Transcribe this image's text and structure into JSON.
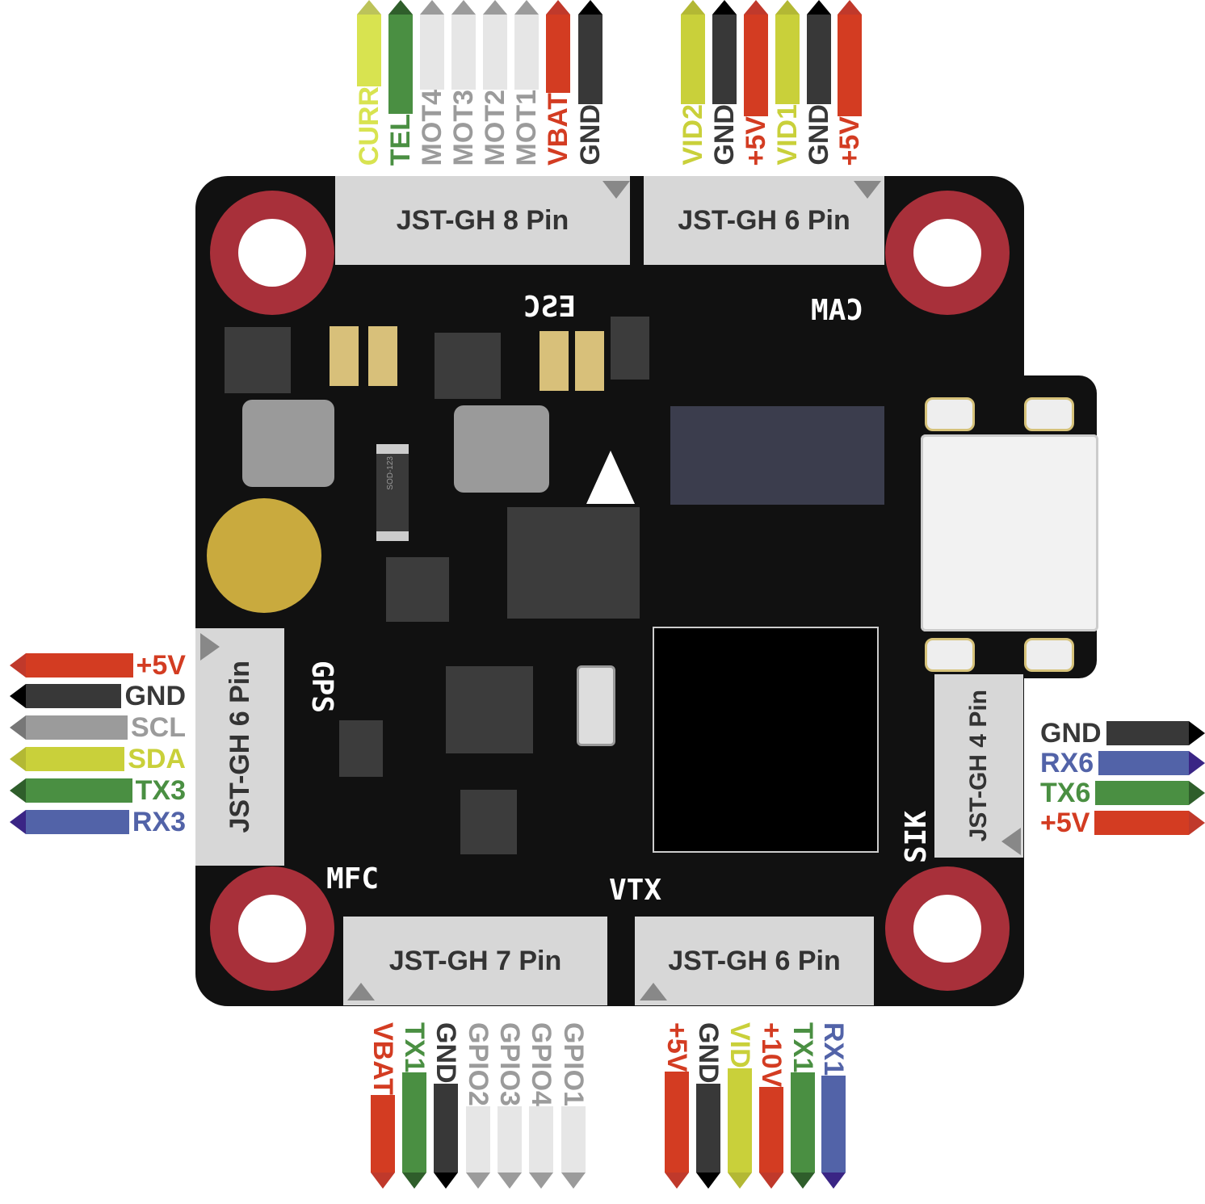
{
  "colors": {
    "red": "#d33c22",
    "black": "#383838",
    "grey": "#e6e6e6",
    "grey_text": "#9b9b9b",
    "yellow": "#c9d03a",
    "yellow_light": "#d8e350",
    "green": "#4a8f42",
    "blue": "#5263a8"
  },
  "connectors": {
    "esc": "JST-GH 8 Pin",
    "cam": "JST-GH 6 Pin",
    "mfc": "JST-GH 7 Pin",
    "vtx": "JST-GH 6 Pin",
    "gps": "JST-GH 6 Pin",
    "sik": "JST-GH 4 Pin"
  },
  "silkscreen": {
    "esc": "ESC",
    "cam": "CAM",
    "gps": "GPS",
    "mfc": "MFC",
    "vtx": "VTX",
    "sik": "SIK",
    "diode": "SOD-123"
  },
  "wires": {
    "top_left": [
      {
        "label": "CURR",
        "color": "yellow_light"
      },
      {
        "label": "TEL",
        "color": "green"
      },
      {
        "label": "MOT4",
        "color": "grey"
      },
      {
        "label": "MOT3",
        "color": "grey"
      },
      {
        "label": "MOT2",
        "color": "grey"
      },
      {
        "label": "MOT1",
        "color": "grey"
      },
      {
        "label": "VBAT",
        "color": "red"
      },
      {
        "label": "GND",
        "color": "black"
      }
    ],
    "top_right": [
      {
        "label": "VID2",
        "color": "yellow"
      },
      {
        "label": "GND",
        "color": "black"
      },
      {
        "label": "+5V",
        "color": "red"
      },
      {
        "label": "VID1",
        "color": "yellow"
      },
      {
        "label": "GND",
        "color": "black"
      },
      {
        "label": "+5V",
        "color": "red"
      }
    ],
    "bottom_left": [
      {
        "label": "VBAT",
        "color": "red"
      },
      {
        "label": "TX1",
        "color": "green"
      },
      {
        "label": "GND",
        "color": "black"
      },
      {
        "label": "GPIO2",
        "color": "grey"
      },
      {
        "label": "GPIO3",
        "color": "grey"
      },
      {
        "label": "GPIO4",
        "color": "grey"
      },
      {
        "label": "GPIO1",
        "color": "grey"
      }
    ],
    "bottom_right": [
      {
        "label": "+5V",
        "color": "red"
      },
      {
        "label": "GND",
        "color": "black"
      },
      {
        "label": "VID",
        "color": "yellow"
      },
      {
        "label": "+10V",
        "color": "red"
      },
      {
        "label": "TX1",
        "color": "green"
      },
      {
        "label": "RX1",
        "color": "blue"
      }
    ],
    "left": [
      {
        "label": "+5V",
        "color": "red"
      },
      {
        "label": "GND",
        "color": "black"
      },
      {
        "label": "SCL",
        "color": "grey_dark"
      },
      {
        "label": "SDA",
        "color": "yellow"
      },
      {
        "label": "TX3",
        "color": "green"
      },
      {
        "label": "RX3",
        "color": "blue"
      }
    ],
    "right": [
      {
        "label": "GND",
        "color": "black"
      },
      {
        "label": "RX6",
        "color": "blue"
      },
      {
        "label": "TX6",
        "color": "green"
      },
      {
        "label": "+5V",
        "color": "red"
      }
    ]
  }
}
